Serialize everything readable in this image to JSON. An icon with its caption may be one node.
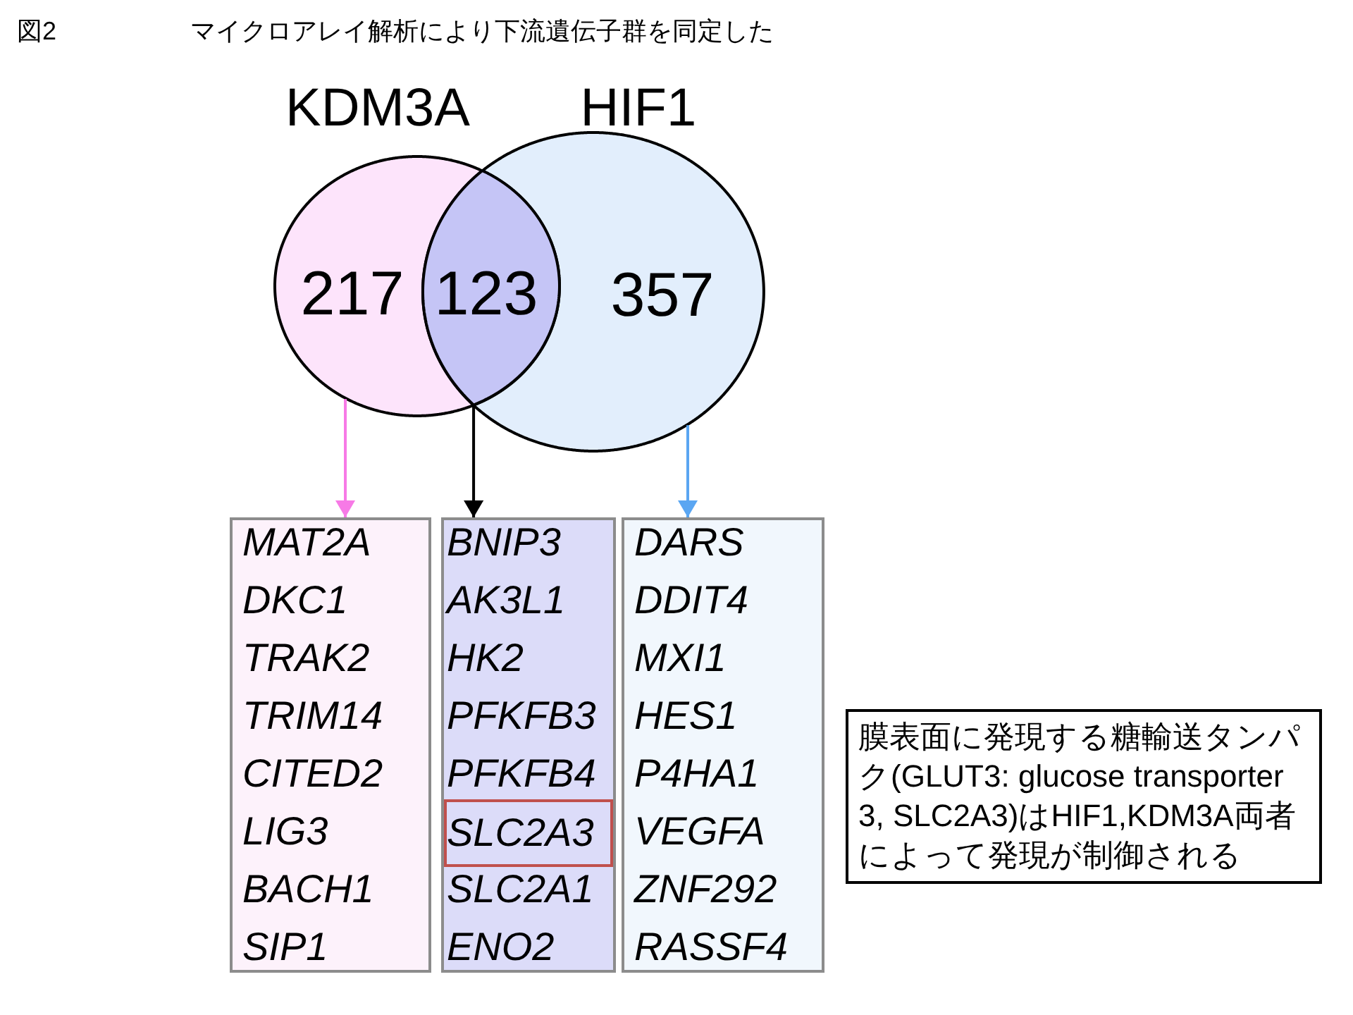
{
  "diagram": {
    "title": "マイクロアレイ解析により下流遺伝子群を同定した",
    "nodes": [
      {
        "text": [
          "KDM3A",
          "217"
        ]
      },
      {
        "text": [
          "HIF1",
          "357"
        ]
      },
      {
        "text": [
          "123"
        ]
      },
      {
        "text": [
          "MAT2A",
          "DKC1",
          "TRAK2",
          "TRIM14",
          "CITED2",
          "LIG3",
          "BACH1",
          "SIP1"
        ]
      },
      {
        "text": [
          "BNIP3",
          "AK3L1",
          "HK2",
          "PFKFB3",
          "PFKFB4",
          "SLC2A1",
          "ENO2"
        ]
      },
      {
        "text": [
          "SLC2A3"
        ],
        "in": 4
      },
      {
        "text": [
          "DARS",
          "DDIT4",
          "MXI1",
          "HES1",
          "P4HA1",
          "VEGFA",
          "ZNF292",
          "RASSF4"
        ]
      },
      {
        "text": [
          "膜表面に発現する糖輸送タンパク(GLUT3: glucose transporter 3, SLC2A3)はHIF1,KDM3A両者によって発現が制御される"
        ]
      }
    ],
    "edges": [
      {
        "from": 0,
        "to": 3,
        "arrow": "to",
        "color": "#f77ae6"
      },
      {
        "from": 2,
        "to": 4,
        "arrow": "to",
        "color": "#000000"
      },
      {
        "from": 1,
        "to": 6,
        "arrow": "to",
        "color": "#5aa6f2"
      }
    ],
    "labels": [
      "図2"
    ]
  }
}
